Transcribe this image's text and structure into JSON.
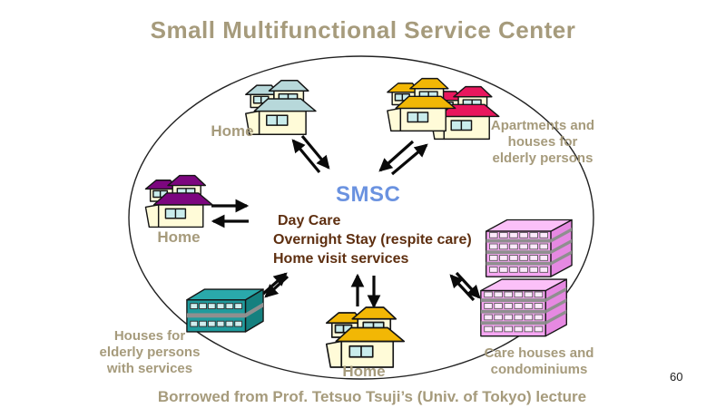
{
  "title": "Small Multifunctional Service Center",
  "center": {
    "name": "SMSC",
    "services": [
      "Day Care",
      "Overnight Stay (respite care)",
      "Home visit services"
    ]
  },
  "nodes": {
    "home_top_left": {
      "label": "Home"
    },
    "home_left": {
      "label": "Home"
    },
    "home_bottom": {
      "label": "Home"
    },
    "apartments": {
      "label": "Apartments and\nhouses for\nelderly persons"
    },
    "service_houses": {
      "label": "Houses for\nelderly persons\nwith services"
    },
    "care_houses": {
      "label": "Care houses and\ncondominiums"
    }
  },
  "caption": "Borrowed from Prof. Tetsuo Tsuji’s (Univ. of Tokyo) lecture",
  "page_number": "60",
  "icons": {
    "home_top_left": "house-icon",
    "home_left": "house-icon",
    "home_bottom": "house-icon",
    "apartments": "row-houses-icon",
    "service_houses": "service-building-icon",
    "care_houses": "condominium-towers-icon"
  },
  "colors": {
    "text_tan": "#a69b7c",
    "smsc_blue": "#6a92e0",
    "services_brown": "#5e2f10",
    "house_wall": "#fffbd8",
    "house_window": "#c9ecec",
    "roof_blue": "#b7d8da",
    "roof_purple": "#7c067f",
    "roof_yellow": "#f2b705",
    "roof_crimson": "#e8175d",
    "teal_front": "#1f9b9d",
    "teal_top": "#2aa9ab",
    "teal_side": "#15807f",
    "condo_front": "#f7a6f3",
    "condo_top": "#fbc0f8",
    "condo_side": "#e689e2",
    "condo_window": "#fde9fc",
    "band_gray": "#8f8f8f",
    "outline_black": "#151515"
  }
}
